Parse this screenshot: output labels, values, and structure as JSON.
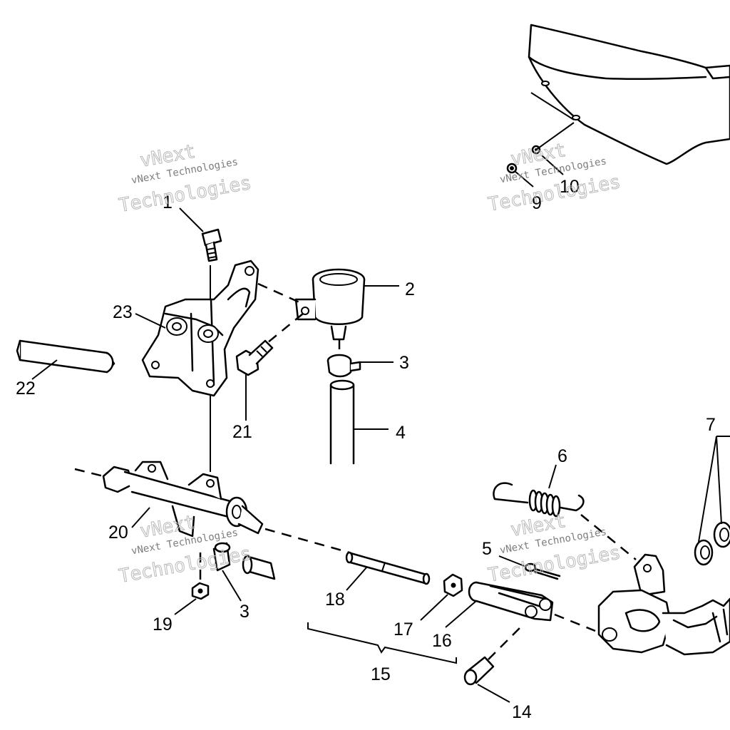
{
  "callouts": {
    "c1": "1",
    "c2": "2",
    "c3a": "3",
    "c3b": "3",
    "c4": "4",
    "c5": "5",
    "c6": "6",
    "c7": "7",
    "c9": "9",
    "c10": "10",
    "c14": "14",
    "c15": "15",
    "c16": "16",
    "c17": "17",
    "c18": "18",
    "c19": "19",
    "c20": "20",
    "c21": "21",
    "c22": "22",
    "c23": "23"
  },
  "watermark": {
    "small": "vNext Technologies",
    "big_top": "vNext",
    "big_bottom": "Technologies"
  }
}
